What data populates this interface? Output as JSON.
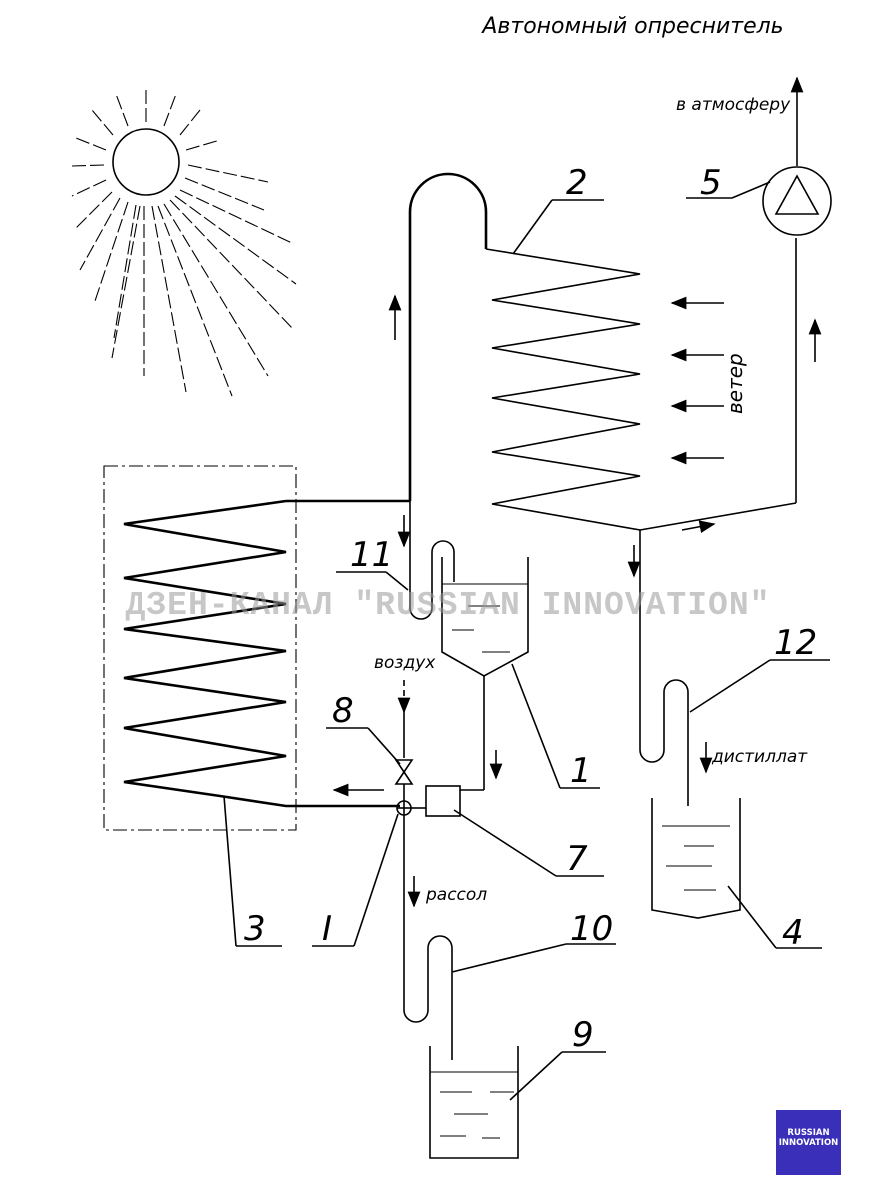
{
  "title": "Автономный опреснитель",
  "labels": {
    "atmosphere": "в атмосферу",
    "wind": "ветер",
    "air": "воздух",
    "distillate": "дистиллат",
    "brine": "рассол"
  },
  "numbers": [
    "1",
    "2",
    "3",
    "4",
    "5",
    "7",
    "8",
    "9",
    "10",
    "11",
    "12",
    "I"
  ],
  "watermark": "ДЗЕН-КАНАЛ \"RUSSIAN INNOVATION\"",
  "logo": {
    "line1": "RUSSIAN",
    "line2": "INNOVATION"
  }
}
